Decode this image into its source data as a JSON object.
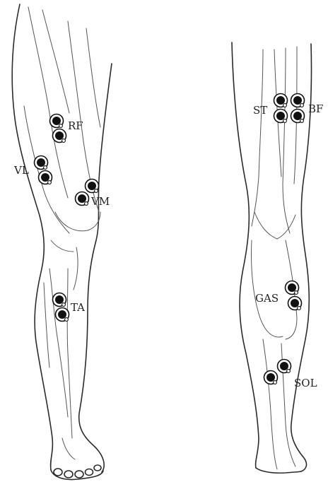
{
  "front_leg": {
    "labels": {
      "rf": "RF",
      "vl": "VL",
      "vm": "VM",
      "ta": "TA"
    }
  },
  "back_leg": {
    "labels": {
      "st": "ST",
      "bf": "BF",
      "gas": "GAS",
      "sol": "SOL"
    }
  },
  "colors": {
    "line": "#2b2b2b",
    "electrode": "#111111",
    "background": "#ffffff"
  }
}
